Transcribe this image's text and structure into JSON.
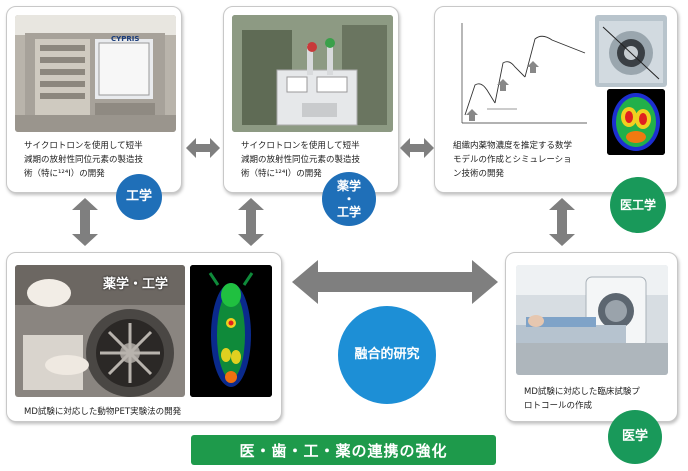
{
  "cards": {
    "top_left": {
      "caption_lines": [
        "サイクロトロンを使用して短半",
        "減期の放射性同位元素の製造技",
        "術（特に¹²⁴I）の開発"
      ],
      "badge": "工学",
      "photo_label": "CYPRIS"
    },
    "top_middle": {
      "caption_lines": [
        "サイクロトロンを使用して短半",
        "減期の放射性同位元素の製造技",
        "術（特に¹²⁴I）の開発"
      ],
      "badge_lines": [
        "薬学",
        "・",
        "工学"
      ]
    },
    "top_right": {
      "caption_lines": [
        "組織内薬物濃度を推定する数学",
        "モデルの作成とシミュレーショ",
        "ン技術の開発"
      ],
      "badge": "医工学"
    },
    "bottom_left": {
      "caption": "MD試験に対応した動物PET実験法の開発",
      "photo_label": "薬学・工学"
    },
    "bottom_right": {
      "caption_lines": [
        "MD試験に対応した臨床試験プ",
        "ロトコールの作成"
      ],
      "badge": "医学"
    }
  },
  "center_badge": "融合的研究",
  "footer": "医・歯・工・薬の連携の強化",
  "colors": {
    "blue": "#1f6fb8",
    "green": "#19995a",
    "arrow": "#7f7f7f"
  }
}
